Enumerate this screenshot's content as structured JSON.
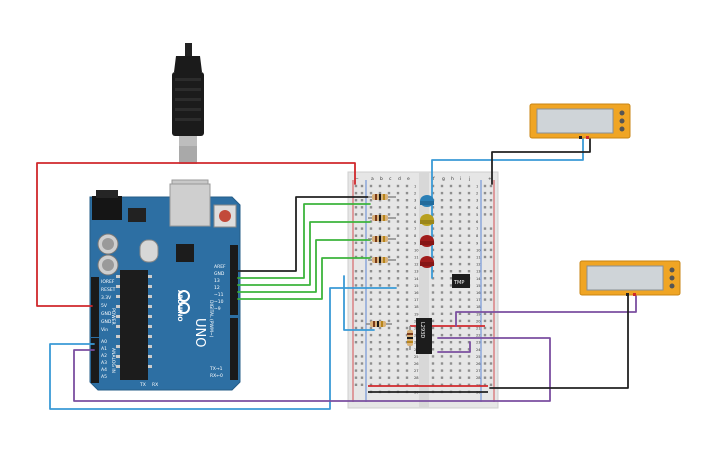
{
  "board": {
    "brand": "ARDUINO",
    "model": "UNO",
    "digital_label": "DIGITAL (PWM~)",
    "power_label": "POWER",
    "analog_label": "ANALOG IN",
    "tx_label": "TX",
    "rx_label": "RX",
    "power_pins": [
      "IOREF",
      "RESET",
      "3.3V",
      "5V",
      "GND",
      "GND",
      "Vin"
    ],
    "analog_pins": [
      "A0",
      "A1",
      "A2",
      "A3",
      "A4",
      "A5"
    ],
    "digital_top_pins": [
      "AREF",
      "GND",
      "13",
      "12",
      "~11",
      "~10",
      "~9"
    ],
    "digital_bottom_pins": [
      "TX→1",
      "RX←0"
    ]
  },
  "breadboard": {
    "cols_left": [
      "a",
      "b",
      "c",
      "d",
      "e"
    ],
    "cols_right": [
      "f",
      "g",
      "h",
      "i",
      "j"
    ],
    "rows": [
      "1",
      "2",
      "3",
      "4",
      "5",
      "6",
      "7",
      "8",
      "9",
      "10",
      "11",
      "12",
      "13",
      "14",
      "15",
      "16",
      "17",
      "18",
      "19",
      "20",
      "21",
      "22",
      "23",
      "24",
      "25",
      "26",
      "27",
      "28",
      "29",
      "30"
    ],
    "rail_plus": "+",
    "rail_minus": "−"
  },
  "chips": {
    "sensor_label": "TMP",
    "driver_label": "L293D"
  },
  "colors": {
    "board": "#2d6fa3",
    "wire_red": "#d0282c",
    "wire_black": "#222222",
    "wire_green": "#3cb43c",
    "wire_blue": "#3a9ad6",
    "wire_purple": "#7b4fa0",
    "led_blue": "#2a7fb6",
    "led_yellow": "#b8a020",
    "led_red": "#a01c1c",
    "lcd_frame": "#f0a524",
    "lcd_screen": "#cfd4d8"
  },
  "icons": {
    "usb_cable": "usb-cable-icon",
    "reset_button": "reset-button-icon",
    "logo": "arduino-infinity-logo-icon"
  }
}
